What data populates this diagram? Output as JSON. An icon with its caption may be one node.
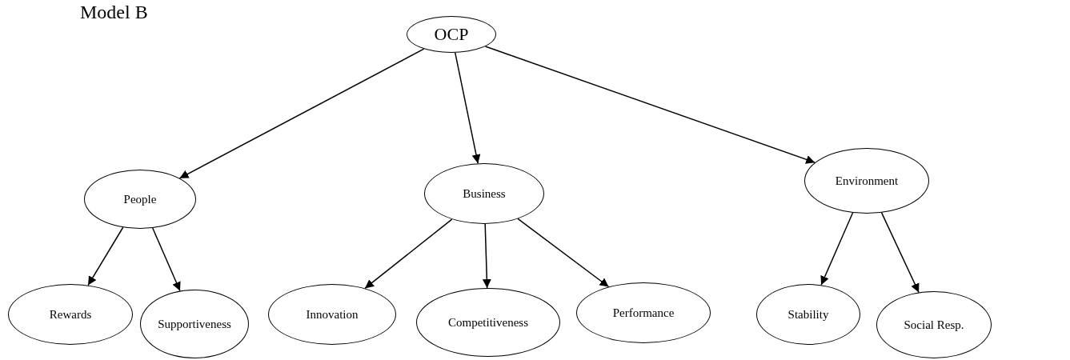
{
  "diagram": {
    "title": "Model B",
    "nodes": [
      {
        "text": [
          "OCP"
        ]
      },
      {
        "text": [
          "People"
        ]
      },
      {
        "text": [
          "Business"
        ]
      },
      {
        "text": [
          "Environment"
        ]
      },
      {
        "text": [
          "Rewards"
        ]
      },
      {
        "text": [
          "Supportiveness"
        ]
      },
      {
        "text": [
          "Innovation"
        ]
      },
      {
        "text": [
          "Competitiveness"
        ]
      },
      {
        "text": [
          "Performance"
        ]
      },
      {
        "text": [
          "Stability"
        ]
      },
      {
        "text": [
          "Social Resp."
        ]
      }
    ],
    "edges": [
      {
        "from": 0,
        "to": 1,
        "arrow": "to"
      },
      {
        "from": 0,
        "to": 2,
        "arrow": "to"
      },
      {
        "from": 0,
        "to": 3,
        "arrow": "to"
      },
      {
        "from": 1,
        "to": 4,
        "arrow": "to"
      },
      {
        "from": 1,
        "to": 5,
        "arrow": "to"
      },
      {
        "from": 2,
        "to": 6,
        "arrow": "to"
      },
      {
        "from": 2,
        "to": 7,
        "arrow": "to"
      },
      {
        "from": 2,
        "to": 8,
        "arrow": "to"
      },
      {
        "from": 3,
        "to": 9,
        "arrow": "to"
      },
      {
        "from": 3,
        "to": 10,
        "arrow": "to"
      }
    ]
  }
}
